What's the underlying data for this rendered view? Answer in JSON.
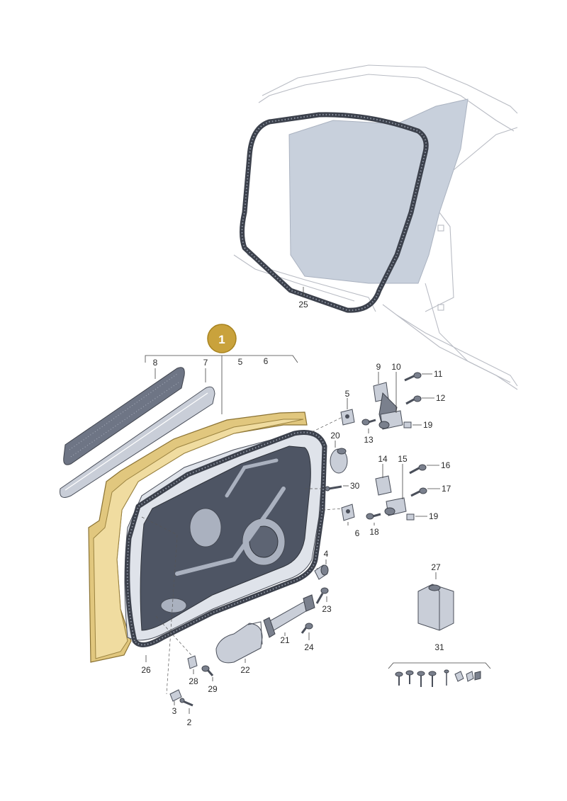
{
  "badge": {
    "label": "1",
    "color": "#c9a23c"
  },
  "callouts": {
    "c2": "2",
    "c3": "3",
    "c4": "4",
    "c5a": "5",
    "c5b": "5",
    "c6a": "6",
    "c6b": "6",
    "c7": "7",
    "c8": "8",
    "c9": "9",
    "c10": "10",
    "c11": "11",
    "c12": "12",
    "c13": "13",
    "c14": "14",
    "c15": "15",
    "c16": "16",
    "c17": "17",
    "c18": "18",
    "c19a": "19",
    "c19b": "19",
    "c20": "20",
    "c21": "21",
    "c22": "22",
    "c23": "23",
    "c24": "24",
    "c25": "25",
    "c26": "26",
    "c27": "27",
    "c28": "28",
    "c29": "29",
    "c30": "30",
    "c31": "31"
  },
  "colors": {
    "door_shell": "#e1c77e",
    "seal": "#3c414c",
    "part": "#c9ced8",
    "glass": "#c8d0dc"
  }
}
